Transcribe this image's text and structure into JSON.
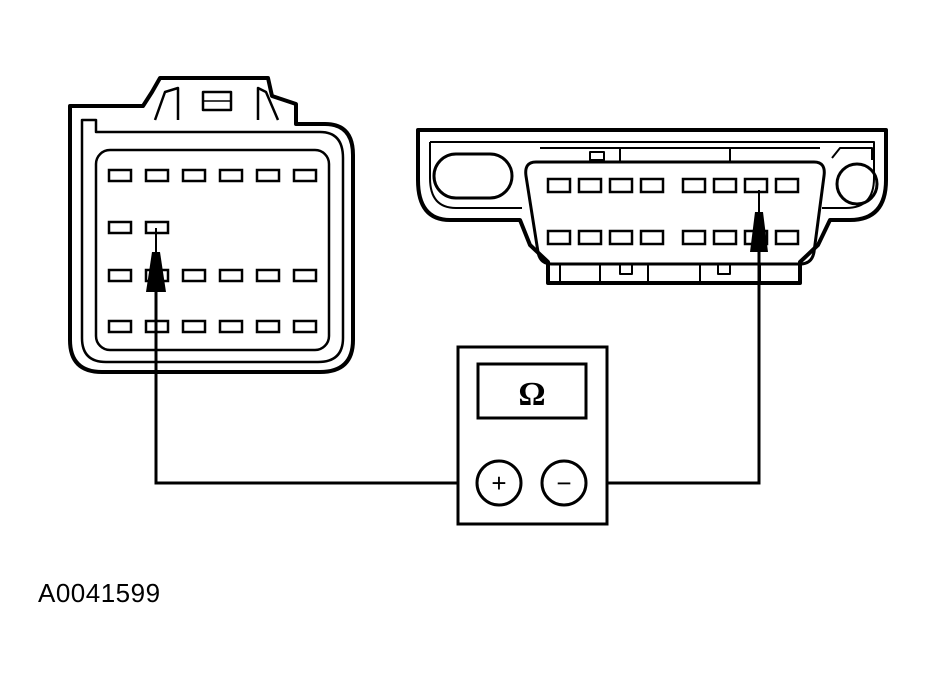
{
  "figure_id": "A0041599",
  "meter": {
    "display_symbol": "Ω",
    "positive_symbol": "+",
    "negative_symbol": "−"
  },
  "left_connector": {
    "rows": [
      6,
      2,
      6,
      6
    ],
    "probed_row": 2,
    "probed_col": 2
  },
  "right_connector": {
    "rows": [
      8,
      8
    ],
    "probed_row": 1,
    "probed_col": 7
  },
  "colors": {
    "line": "#000000",
    "background": "#ffffff"
  }
}
